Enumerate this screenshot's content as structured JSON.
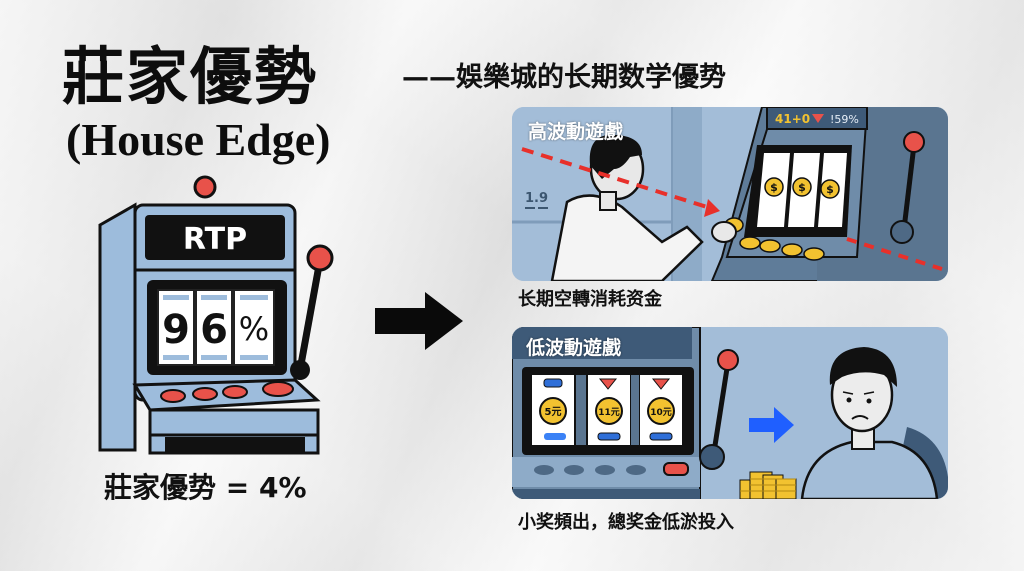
{
  "header": {
    "title_zh": "莊家優勢",
    "title_en": "(House Edge)",
    "subtitle": "——娛樂城的长期数学優势"
  },
  "left_machine": {
    "top_sign": "RTP",
    "reels": [
      "9",
      "6",
      "%"
    ],
    "rtp_value": "96%",
    "icon": "slot-machine-icon"
  },
  "house_edge_label": "莊家優势 = 4%",
  "arrow": {
    "icon": "arrow-right-icon"
  },
  "panels": [
    {
      "label": "高波動遊戲",
      "caption": "长期空轉消耗资金",
      "display_text": "41+0",
      "display_percent": "159%",
      "wall_number": "1.9",
      "reel_symbols": [
        "$",
        "$",
        "$"
      ],
      "icons": [
        "player-icon",
        "coin-icon",
        "trend-down-dashed-line",
        "lever-icon"
      ]
    },
    {
      "label": "低波動遊戲",
      "caption": "小奖頻出，總奖金低淤投入",
      "reel_values": [
        "5元",
        "11元",
        "10元"
      ],
      "icons": [
        "coin-stack-icon",
        "arrow-right-icon",
        "sad-player-icon",
        "lever-icon"
      ]
    }
  ],
  "colors": {
    "machine_blue": "#9dbcdc",
    "machine_dark": "#5a7590",
    "accent_red": "#e8524a",
    "coin_gold": "#f2c230",
    "arrow_blue": "#1f5fff",
    "panel_bg": "#9fbad6"
  }
}
